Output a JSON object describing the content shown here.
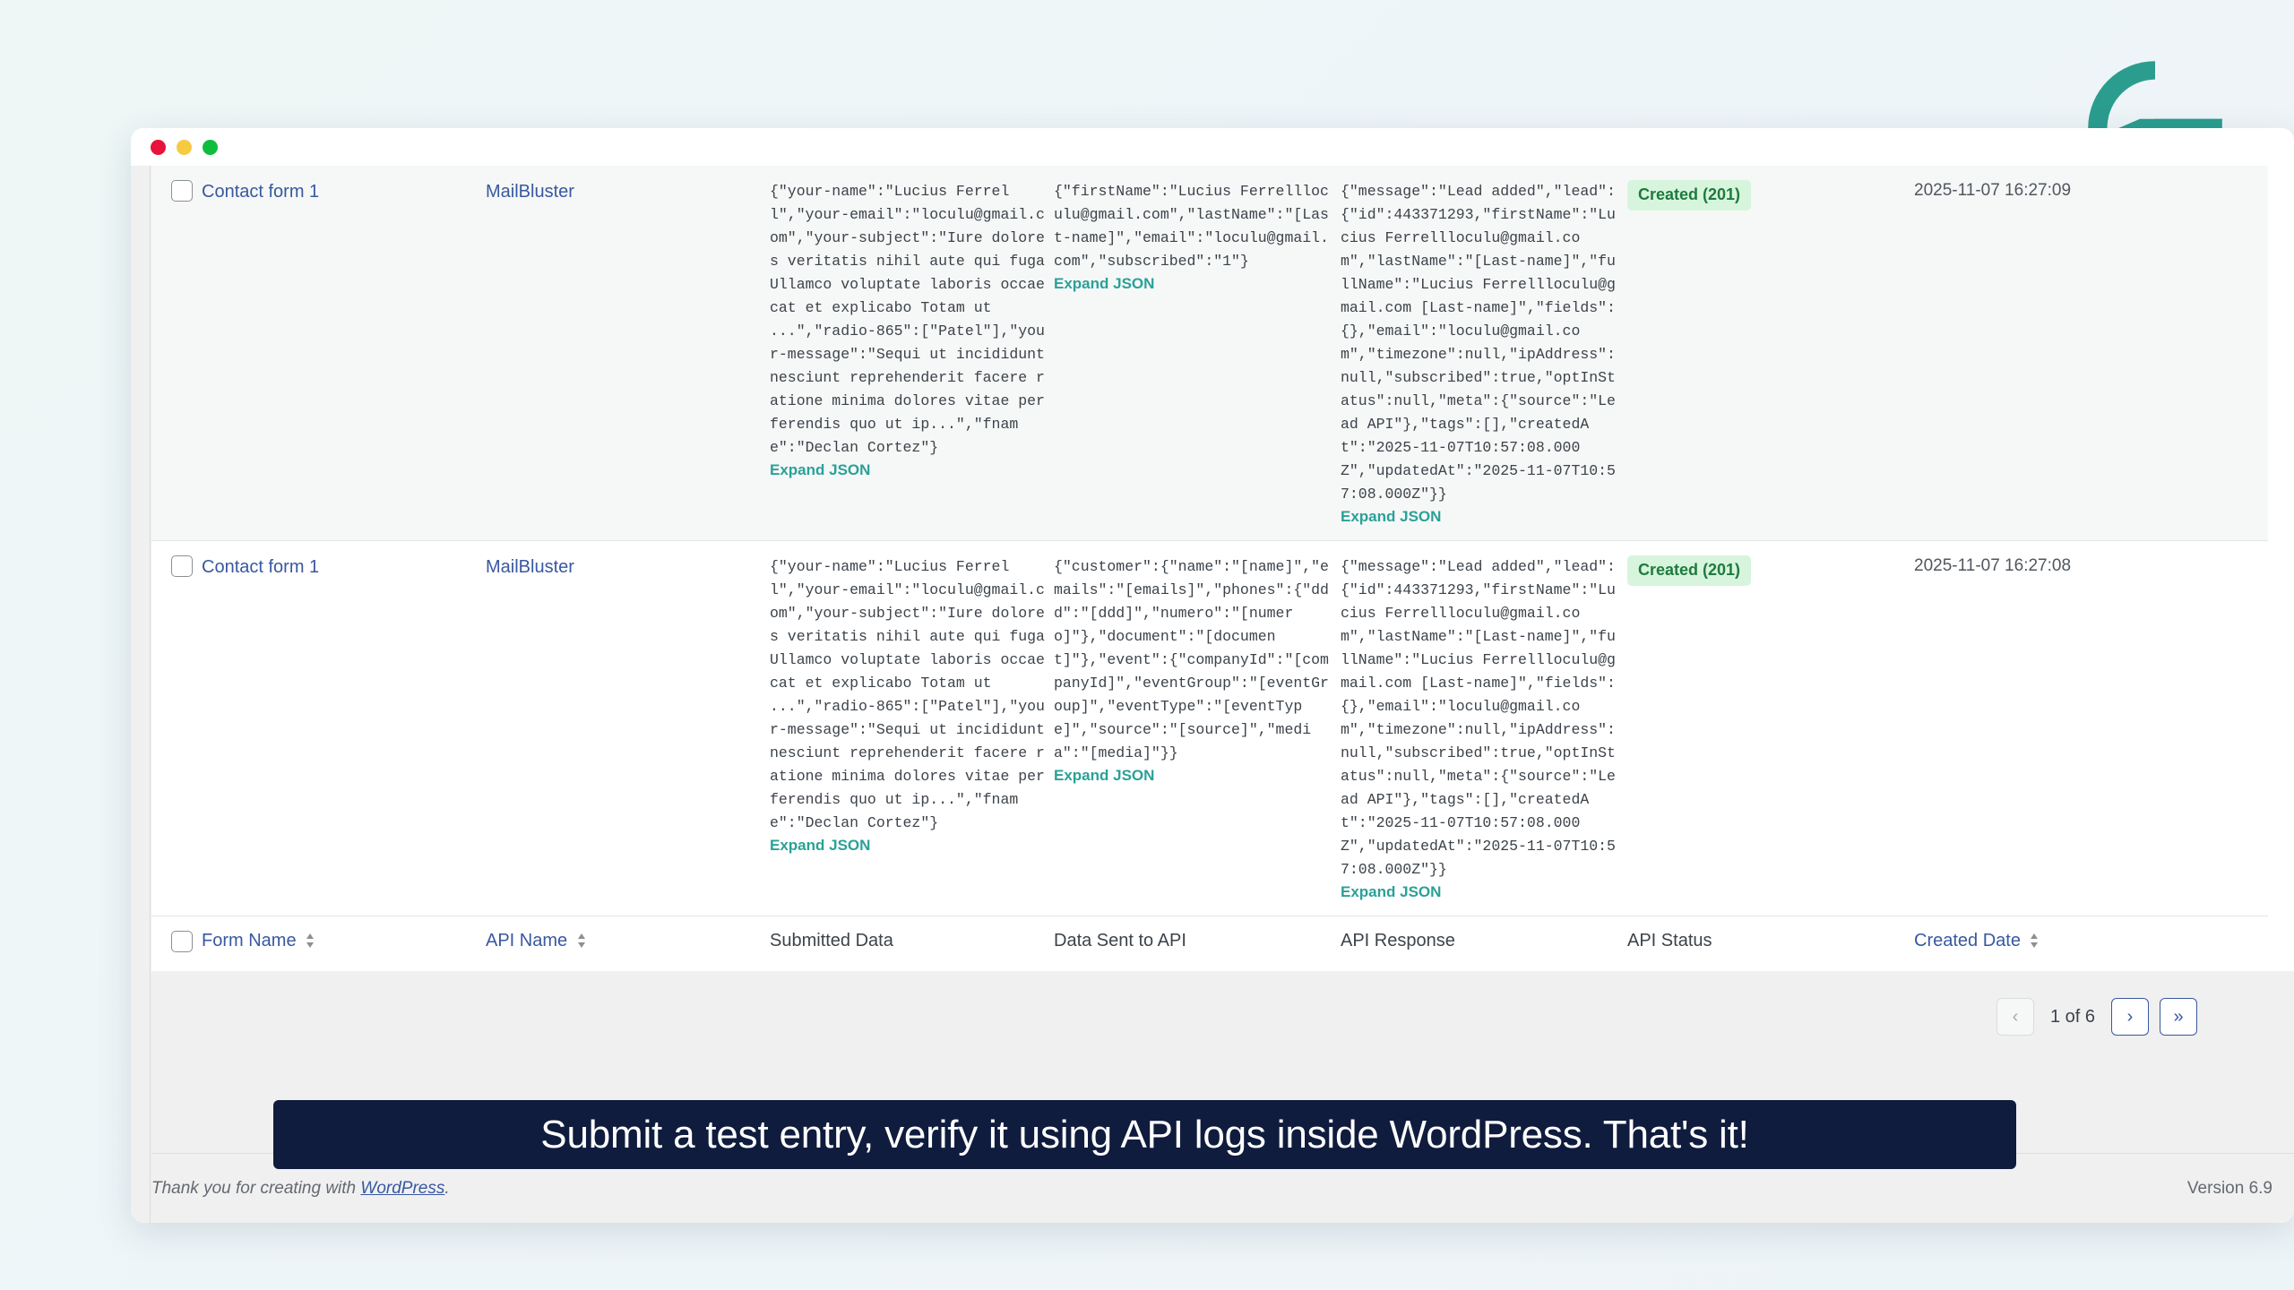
{
  "brand": {
    "logo_name": "g-logo",
    "color": "#2a9d8f"
  },
  "window": {
    "traffic_lights": [
      "close-button",
      "minimize-button",
      "maximize-button"
    ]
  },
  "table": {
    "columns": [
      {
        "key": "checkbox",
        "label": "",
        "sortable": false
      },
      {
        "key": "form_name",
        "label": "Form Name",
        "sortable": true
      },
      {
        "key": "api_name",
        "label": "API Name",
        "sortable": true
      },
      {
        "key": "submitted_data",
        "label": "Submitted Data",
        "sortable": false
      },
      {
        "key": "data_sent",
        "label": "Data Sent to API",
        "sortable": false
      },
      {
        "key": "api_response",
        "label": "API Response",
        "sortable": false
      },
      {
        "key": "api_status",
        "label": "API Status",
        "sortable": false
      },
      {
        "key": "created_date",
        "label": "Created Date",
        "sortable": true
      }
    ],
    "expand_label": "Expand JSON",
    "rows": [
      {
        "form_name": "Contact form 1",
        "api_name": "MailBluster",
        "submitted_data": "{\"your-name\":\"Lucius Ferrell\",\"your-email\":\"loculu@gmail.com\",\"your-subject\":\"Iure dolores veritatis nihil aute qui fuga Ullamco voluptate laboris occaecat et explicabo Totam ut ...\",\"radio-865\":[\"Patel\"],\"your-message\":\"Sequi ut incididunt nesciunt reprehenderit facere ratione minima dolores vitae perferendis quo ut ip...\",\"fname\":\"Declan Cortez\"}",
        "data_sent": "{\"firstName\":\"Lucius Ferrellloculu@gmail.com\",\"lastName\":\"[Last-name]\",\"email\":\"loculu@gmail.com\",\"subscribed\":\"1\"}",
        "api_response": "{\"message\":\"Lead added\",\"lead\":{\"id\":443371293,\"firstName\":\"Lucius Ferrellloculu@gmail.com\",\"lastName\":\"[Last-name]\",\"fullName\":\"Lucius Ferrellloculu@gmail.com [Last-name]\",\"fields\":{},\"email\":\"loculu@gmail.com\",\"timezone\":null,\"ipAddress\":null,\"subscribed\":true,\"optInStatus\":null,\"meta\":{\"source\":\"Lead API\"},\"tags\":[],\"createdAt\":\"2025-11-07T10:57:08.000Z\",\"updatedAt\":\"2025-11-07T10:57:08.000Z\"}}",
        "api_status": "Created (201)",
        "created_date": "2025-11-07 16:27:09"
      },
      {
        "form_name": "Contact form 1",
        "api_name": "MailBluster",
        "submitted_data": "{\"your-name\":\"Lucius Ferrell\",\"your-email\":\"loculu@gmail.com\",\"your-subject\":\"Iure dolores veritatis nihil aute qui fuga Ullamco voluptate laboris occaecat et explicabo Totam ut ...\",\"radio-865\":[\"Patel\"],\"your-message\":\"Sequi ut incididunt nesciunt reprehenderit facere ratione minima dolores vitae perferendis quo ut ip...\",\"fname\":\"Declan Cortez\"}",
        "data_sent": "{\"customer\":{\"name\":\"[name]\",\"emails\":\"[emails]\",\"phones\":{\"ddd\":\"[ddd]\",\"numero\":\"[numero]\"},\"document\":\"[document]\"},\"event\":{\"companyId\":\"[companyId]\",\"eventGroup\":\"[eventGroup]\",\"eventType\":\"[eventType]\",\"source\":\"[source]\",\"media\":\"[media]\"}}",
        "api_response": "{\"message\":\"Lead added\",\"lead\":{\"id\":443371293,\"firstName\":\"Lucius Ferrellloculu@gmail.com\",\"lastName\":\"[Last-name]\",\"fullName\":\"Lucius Ferrellloculu@gmail.com [Last-name]\",\"fields\":{},\"email\":\"loculu@gmail.com\",\"timezone\":null,\"ipAddress\":null,\"subscribed\":true,\"optInStatus\":null,\"meta\":{\"source\":\"Lead API\"},\"tags\":[],\"createdAt\":\"2025-11-07T10:57:08.000Z\",\"updatedAt\":\"2025-11-07T10:57:08.000Z\"}}",
        "api_status": "Created (201)",
        "created_date": "2025-11-07 16:27:08"
      }
    ]
  },
  "pagination": {
    "prev_label": "‹",
    "next_label": "›",
    "last_label": "»",
    "count_label": "1 of 6"
  },
  "footer": {
    "thanks_prefix": "Thank you for creating with ",
    "thanks_link": "WordPress",
    "thanks_suffix": ".",
    "version": "Version 6.9"
  },
  "caption": {
    "text": "Submit a test entry, verify it using API logs inside WordPress. That's it!"
  }
}
